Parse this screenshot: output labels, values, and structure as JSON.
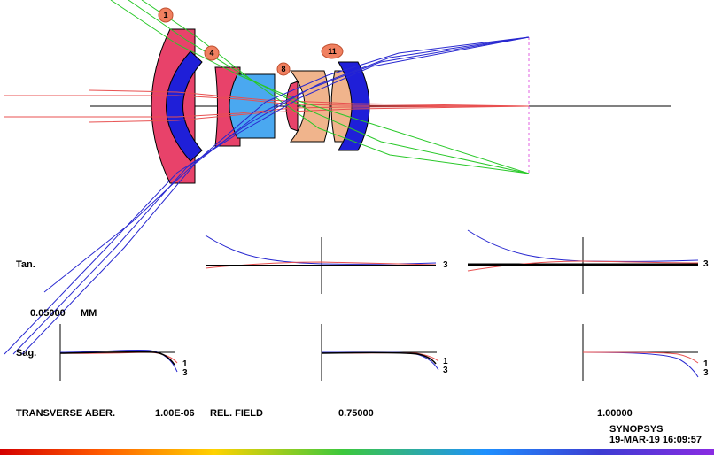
{
  "surface_labels": [
    "1",
    "4",
    "8",
    "11"
  ],
  "labels": {
    "tan": "Tan.",
    "sag": "Sag.",
    "scale_value": "0.05000",
    "scale_unit": "MM",
    "transverse_aber": "TRANSVERSE ABER.",
    "wavelength": "1.00E-06",
    "rel_field": "REL. FIELD",
    "field_mid": "0.75000",
    "field_full": "1.00000",
    "software": "SYNOPSYS",
    "datetime": "19-MAR-19  16:09:57"
  },
  "curve_labels": {
    "tan_mid": "3",
    "tan_full": "3",
    "sag_axis_a": "1",
    "sag_axis_b": "3",
    "sag_mid_a": "1",
    "sag_mid_b": "3",
    "sag_full_a": "1",
    "sag_full_b": "3"
  },
  "colors": {
    "lens_pink": "#e8426a",
    "lens_blue_dark": "#1f1fd8",
    "lens_cyan": "#4aa8f0",
    "lens_peach": "#f0b48c",
    "ray_red": "#e85050",
    "ray_blue": "#2828d0",
    "ray_green": "#28c828",
    "image_plane": "#e060e0"
  }
}
